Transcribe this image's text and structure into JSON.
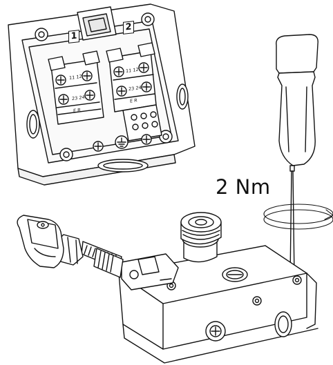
{
  "torque_label": "2 Nm",
  "terminal_box_labels": {
    "contact_1": "1",
    "contact_2": "2",
    "block_left_upper": "11 12",
    "block_left_mid": "23 24",
    "block_left_lower": "E R",
    "block_right_upper": "11 12",
    "block_right_mid": "23 24",
    "block_right_lower": "E R"
  },
  "icons": {
    "ground": "ground-icon",
    "rotation": "rotation-arrow-icon"
  },
  "colors": {
    "line": "#111111",
    "background": "#ffffff"
  }
}
